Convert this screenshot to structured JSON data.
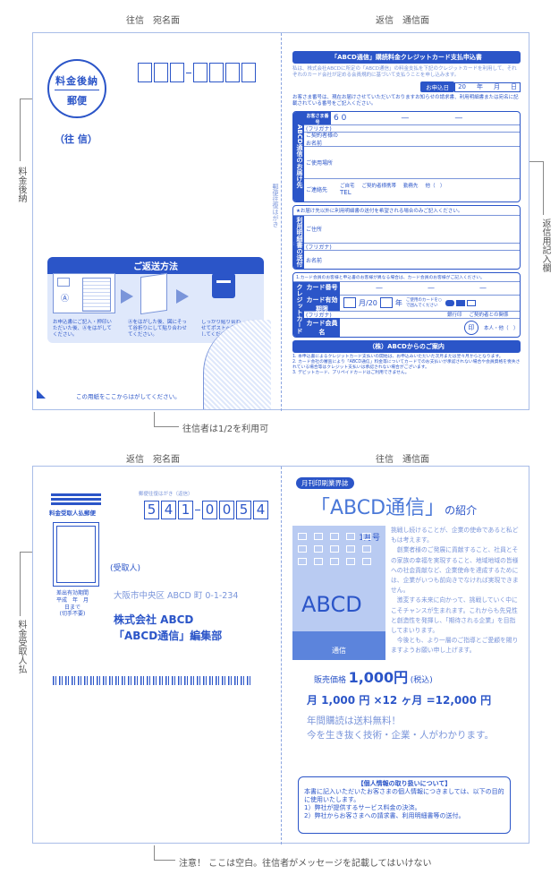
{
  "top": {
    "label_left": "往信　宛名面",
    "label_right": "返信　通信面",
    "side_left": "料金後納",
    "side_right": "返信用記入欄",
    "stamp_line1": "料金後納",
    "stamp_line2": "郵便",
    "oushin": "（往 信）",
    "center_vertical": "郵便往復はがき",
    "return_method": {
      "title": "ご返送方法",
      "step1": "お申込書にご記入・押印いただいた後、Ⓐをはがしてください。",
      "step1_marker": "Ⓐ",
      "step2": "Ⓐをはがした後、図にそって谷折りにして貼り合わせてください。",
      "step3": "しっかり貼り合わせてポストへ投函してください。",
      "peel_note": "この用紙をここからはがしてください。"
    },
    "form": {
      "title": "「ABCD通信」購読料金クレジットカード支払申込書",
      "intro": "私は、株式会社ABCDに所定の「ABCD通信」の料金支払を下記のクレジットカードを利用して、それぞれのカード会社が定める会員規約に基づいて支払うことを申し込みます。",
      "date_label": "お申込日",
      "date_era": "20",
      "date_y": "年",
      "date_m": "月",
      "date_d": "日",
      "note1": "お客さま番号は、現在お届けさせていただいておりますお知らせの請求書、利用明細書または宛名に記載されている番号をご記入ください。",
      "customer_no_label": "お客さま番号",
      "customer_no_prefix": "6 0",
      "furigana": "(フリガナ)",
      "contract_name": "ご契約者様のお名前",
      "address_label": "ご使用場所",
      "contact_label": "ご連絡先",
      "contact_opts": [
        "ご自宅",
        "ご契約者様携帯",
        "勤務先",
        "他（　）"
      ],
      "tel": "TEL",
      "side1": "ABCD通信のお届け先",
      "note2": "★お届け先以外に利用明細書の送付を希望される場合のみご記入ください。",
      "side2": "利用明細書の送付先",
      "addr2": "ご住所",
      "name2": "お名前",
      "note3": "1.カード会員のお客様と申込書のお客様が異なる場合は、カード会員のお客様がご記入ください。",
      "side3": "クレジットカード",
      "card_no": "カード番号",
      "card_exp": "カード有効期限",
      "card_exp_mid": "月/20",
      "card_exp_year": "年",
      "card_exp_note": "ご使用のカードを○で囲んでください",
      "card_name": "カード会員名",
      "seal_label": "銀行印",
      "seal": "印",
      "rel_label": "ご契約者との関係",
      "rel_value": "本人・他（　）",
      "info_bar": "（株）ABCDからのご案内",
      "fine1": "1. 本申込書によるクレジットカード支払いの開始は、お申込みいただいた次月または翌々月からとなります。",
      "fine2": "2. カード会社の審査により「ABCD通信」料金等についてカードでのお支払いが承認されない場合や会員資格を喪失されている場合等はクレジット支払いは承認されない場合がございます。",
      "fine3": "3. デビットカード、プリペイドカードはご利用できません。"
    },
    "bottom_note": "往信者は1/2を利用可"
  },
  "bottom": {
    "label_left": "返信　宛名面",
    "label_right": "往信　通信面",
    "side_left": "料金受取人払",
    "stamp_title": "料金受取人払郵便",
    "stamp_sub": "差出有効期間\n平成　年　月\n日まで\n(切手不要)",
    "zip_label": "郵便往復はがき（返信）",
    "zip": [
      "5",
      "4",
      "1",
      "0",
      "0",
      "5",
      "4"
    ],
    "recipient_label": "(受取人)",
    "address": "大阪市中央区 ABCD 町 0-1-234",
    "company": "株式会社 ABCD",
    "dept": "「ABCD通信」編集部",
    "right": {
      "badge": "月刊印刷業界誌",
      "title": "「ABCD通信」",
      "title_suffix": "の紹介",
      "cover_issue": "1月号",
      "cover_logo": "ABCD",
      "cover_footer": "通信",
      "body": "挑戦し続けることが、企業の使命であると私どもは考えます。\n　創業者様のご発展に貢献すること、社員とその家族の幸福を実現すること、地域地域の皆様への社会貢献など、企業使命を達成するためには、企業がいつも前向きでなければ実現できません。\n　激変する未来に向かって、挑戦していく中にこそチャンスが生まれます。これからも先見性と創造性を発揮し、「期待される企業」を目指してまいります。\n　今後とも、より一層のご指導とご愛顧を賜りますようお願い申し上げます。",
      "price_label": "販売価格",
      "price": "1,000円",
      "price_tax": "(税込)",
      "monthly": "月 1,000 円 ×12 ヶ月 =12,000 円",
      "free_ship": "年間購読は送料無料！",
      "tagline": "今を生き抜く技術・企業・人がわかります。",
      "privacy_title": "【個人情報の取り扱いについて】",
      "privacy_body": "本書に記入いただいたお客さまの個人情報につきましては、以下の目的に使用いたします。",
      "privacy_1": "1）弊社が提供するサービス料金の決済。",
      "privacy_2": "2）弊社からお客さまへの請求書、利用明細書等の送付。"
    },
    "bottom_note": "注意！ ここは空白。往信者がメッセージを記載してはいけない"
  },
  "colors": {
    "primary": "#2b55c8",
    "light": "#7a95da",
    "panel": "#dfe8fb"
  }
}
